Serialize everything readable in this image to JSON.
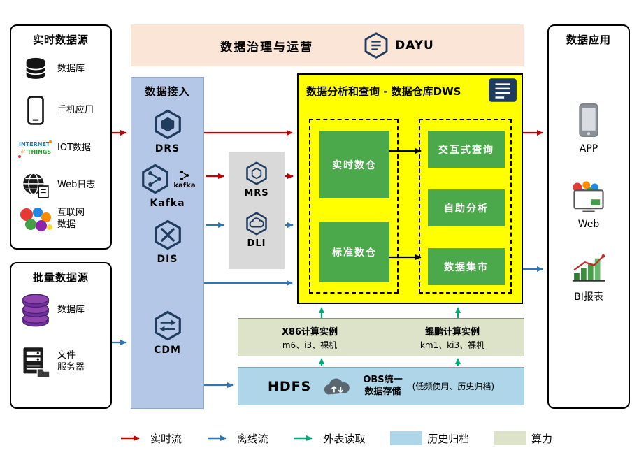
{
  "banner": {
    "title": "数据治理与运营",
    "product": "DAYU"
  },
  "realtime": {
    "title": "实时数据源",
    "items": [
      "数据库",
      "手机应用",
      "IOT数据",
      "Web日志",
      "互联网\n数据"
    ]
  },
  "batch": {
    "title": "批量数据源",
    "items": [
      "数据库",
      "文件\n服务器"
    ]
  },
  "ingestion": {
    "title": "数据接入",
    "items": [
      "DRS",
      "Kafka",
      "DIS",
      "CDM"
    ],
    "kafka_logo": "kafka"
  },
  "services": {
    "items": [
      "MRS",
      "DLI"
    ]
  },
  "dws": {
    "title": "数据分析和查询 - 数据仓库DWS",
    "warehouses": [
      "实时数仓",
      "标准数仓"
    ],
    "analytics": [
      "交互式查询",
      "自助分析",
      "数据集市"
    ]
  },
  "apps": {
    "title": "数据应用",
    "items": [
      "APP",
      "Web",
      "BI报表"
    ]
  },
  "compute_bar": {
    "x86_title": "X86计算实例",
    "x86_spec": "m6、i3、裸机",
    "kunpeng_title": "鲲鹏计算实例",
    "kunpeng_spec": "km1、ki3、裸机"
  },
  "storage_bar": {
    "hdfs": "HDFS",
    "obs": "OBS统一\n数据存储",
    "note": "(低频使用、历史归档)"
  },
  "legend": {
    "realtime": "实时流",
    "offline": "离线流",
    "external": "外表读取",
    "archive": "历史归档",
    "compute": "算力"
  },
  "colors": {
    "realtime_flow": "#C00000",
    "offline_flow": "#2E75B6",
    "external_read": "#00A878",
    "archive": "#AED5E8",
    "compute": "#DDE3C9",
    "dws_bg": "#FFFF00",
    "module_green": "#4BA94B",
    "ingestion_bg": "#B4C7E7",
    "services_bg": "#D9D9D9",
    "banner_bg": "#FBE5D6"
  }
}
